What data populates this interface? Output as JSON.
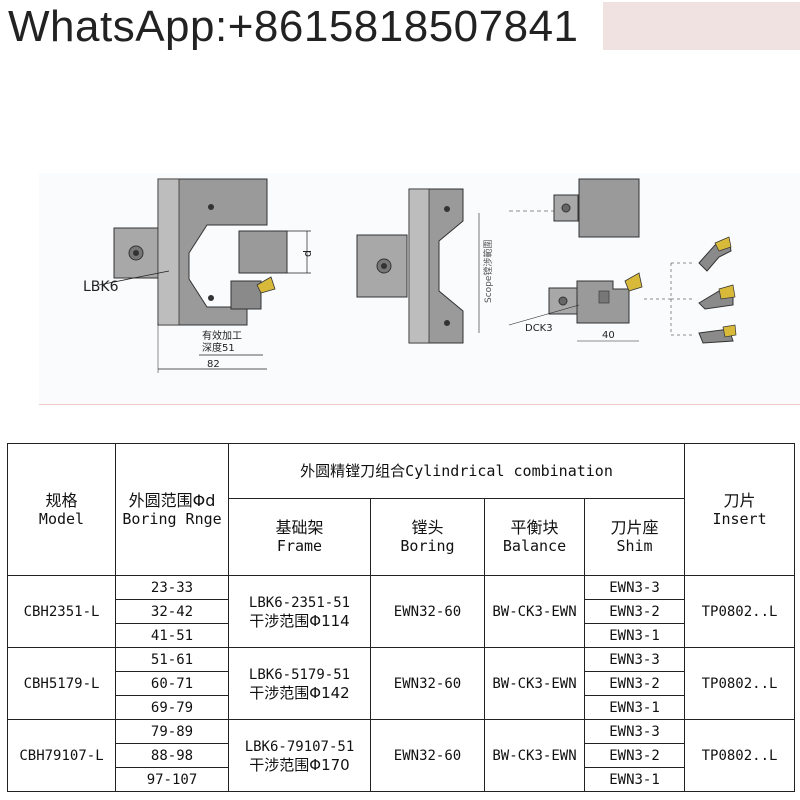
{
  "header": {
    "contact": "WhatsApp:+8615818507841"
  },
  "drawing": {
    "label_lbk6": "LBK6",
    "label_d": "d",
    "label_depth_line1": "有效加工",
    "label_depth_line2": "深度51",
    "label_82": "82",
    "label_scope": "Scope镗涉範圍",
    "label_dck3": "DCK3",
    "label_40": "40"
  },
  "table": {
    "header": {
      "model_cn": "规格",
      "model_en": "Model",
      "range_cn": "外圆范围Φd",
      "range_en": "Boring Rnge",
      "combo": "外圆精镗刀组合Cylindrical combination",
      "insert_cn": "刀片",
      "insert_en": "Insert",
      "frame_cn": "基础架",
      "frame_en": "Frame",
      "boring_cn": "镗头",
      "boring_en": "Boring",
      "balance_cn": "平衡块",
      "balance_en": "Balance",
      "shim_cn": "刀片座",
      "shim_en": "Shim"
    },
    "groups": [
      {
        "model": "CBH2351-L",
        "ranges": [
          "23-33",
          "32-42",
          "41-51"
        ],
        "frame_line1": "LBK6-2351-51",
        "frame_line2": "干涉范围Φ114",
        "boring": "EWN32-60",
        "balance": "BW-CK3-EWN",
        "shims": [
          "EWN3-3",
          "EWN3-2",
          "EWN3-1"
        ],
        "insert": "TP0802..L"
      },
      {
        "model": "CBH5179-L",
        "ranges": [
          "51-61",
          "60-71",
          "69-79"
        ],
        "frame_line1": "LBK6-5179-51",
        "frame_line2": "干涉范围Φ142",
        "boring": "EWN32-60",
        "balance": "BW-CK3-EWN",
        "shims": [
          "EWN3-3",
          "EWN3-2",
          "EWN3-1"
        ],
        "insert": "TP0802..L"
      },
      {
        "model": "CBH79107-L",
        "ranges": [
          "79-89",
          "88-98",
          "97-107"
        ],
        "frame_line1": "LBK6-79107-51",
        "frame_line2": "干涉范围Φ170",
        "boring": "EWN32-60",
        "balance": "BW-CK3-EWN",
        "shims": [
          "EWN3-3",
          "EWN3-2",
          "EWN3-1"
        ],
        "insert": "TP0802..L"
      }
    ]
  },
  "colors": {
    "tool_body": "#9a9a9a",
    "tool_dark": "#5a5a5a",
    "insert_gold": "#d8b93a",
    "line": "#222222"
  }
}
